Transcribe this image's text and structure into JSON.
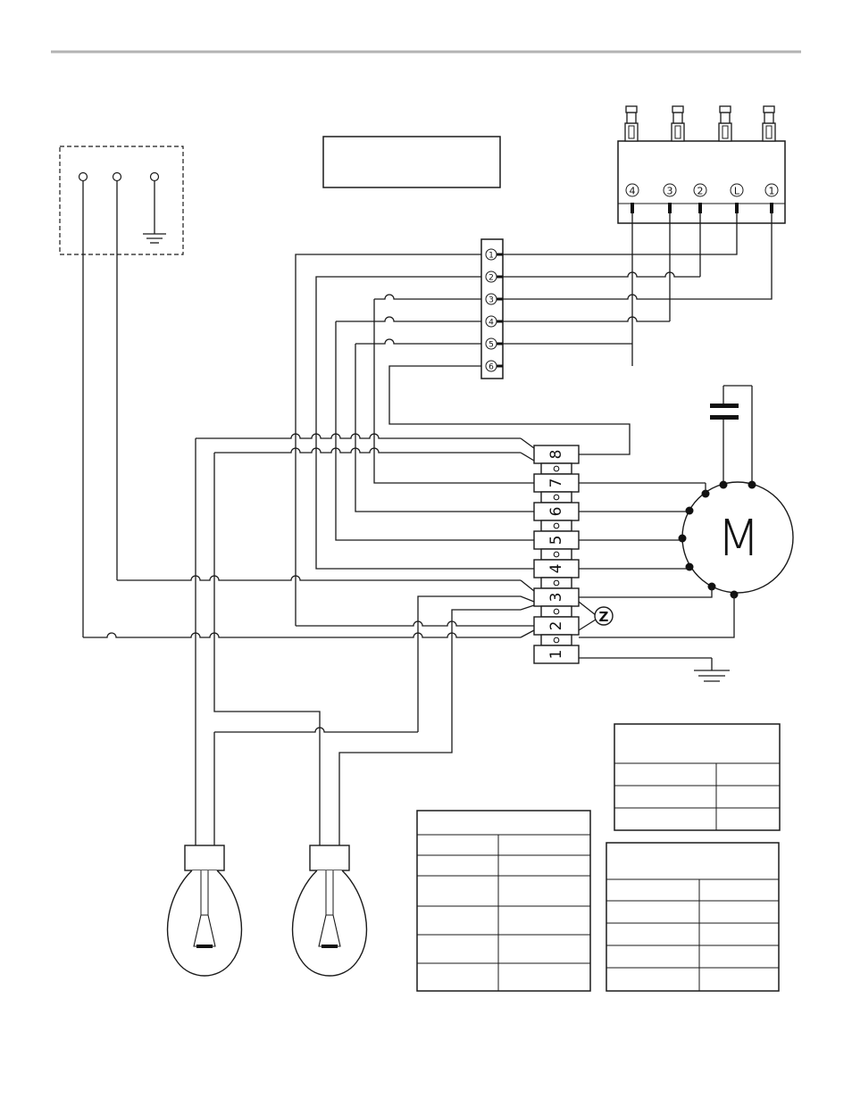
{
  "switch_labels": [
    "4",
    "3",
    "2",
    "L",
    "1"
  ],
  "harness_pins": [
    "1",
    "2",
    "3",
    "4",
    "5",
    "6"
  ],
  "terminal_numbers": [
    "8",
    "7",
    "6",
    "5",
    "4",
    "3",
    "2",
    "1"
  ],
  "motor_label": "M",
  "thermal_label": "Z",
  "colors": {
    "line": "#1a1a1a",
    "rule": "#b3b3b3",
    "background": "#ffffff"
  },
  "icons": [
    "ground-icon",
    "capacitor-icon",
    "lamp-icon",
    "motor-icon",
    "push-button-icon"
  ]
}
